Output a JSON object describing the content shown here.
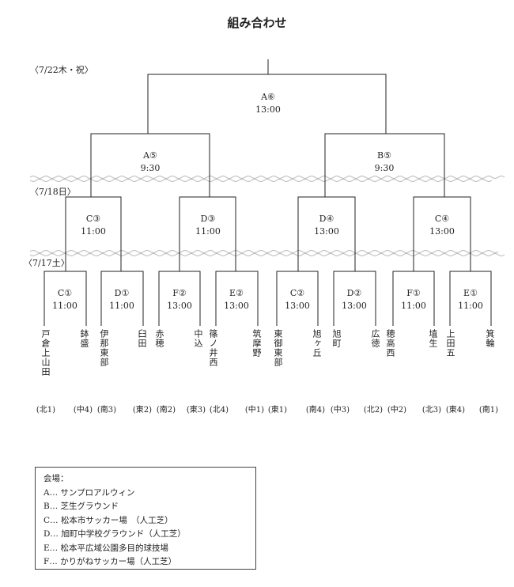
{
  "title": "組み合わせ",
  "dates": {
    "final_day": "〈7/22木・祝〉",
    "day2": "〈7/18日〉",
    "day1": "〈7/17土〉"
  },
  "matches": {
    "final": {
      "venue": "A⑥",
      "time": "13:00"
    },
    "semi_left": {
      "venue": "A⑤",
      "time": "9:30"
    },
    "semi_right": {
      "venue": "B⑤",
      "time": "9:30"
    },
    "qf1": {
      "venue": "C③",
      "time": "11:00"
    },
    "qf2": {
      "venue": "D③",
      "time": "11:00"
    },
    "qf3": {
      "venue": "D④",
      "time": "13:00"
    },
    "qf4": {
      "venue": "C④",
      "time": "13:00"
    },
    "r1_1": {
      "venue": "C①",
      "time": "11:00"
    },
    "r1_2": {
      "venue": "D①",
      "time": "11:00"
    },
    "r1_3": {
      "venue": "F②",
      "time": "13:00"
    },
    "r1_4": {
      "venue": "E②",
      "time": "13:00"
    },
    "r1_5": {
      "venue": "C②",
      "time": "13:00"
    },
    "r1_6": {
      "venue": "D②",
      "time": "13:00"
    },
    "r1_7": {
      "venue": "F①",
      "time": "11:00"
    },
    "r1_8": {
      "venue": "E①",
      "time": "11:00"
    }
  },
  "teams": [
    {
      "name": "戸倉上山田",
      "region": "(北1)"
    },
    {
      "name": "鉢盛",
      "region": "(中4)"
    },
    {
      "name": "伊那東部",
      "region": "(南3)"
    },
    {
      "name": "臼田",
      "region": "(東2)"
    },
    {
      "name": "赤穂",
      "region": "(南2)"
    },
    {
      "name": "中込",
      "region": "(東3)"
    },
    {
      "name": "篠ノ井西",
      "region": "(北4)"
    },
    {
      "name": "筑摩野",
      "region": "(中1)"
    },
    {
      "name": "東御東部",
      "region": "(東1)"
    },
    {
      "name": "旭ヶ丘",
      "region": "(南4)"
    },
    {
      "name": "旭町",
      "region": "(中3)"
    },
    {
      "name": "広徳",
      "region": "(北2)"
    },
    {
      "name": "穂高西",
      "region": "(中2)"
    },
    {
      "name": "埴生",
      "region": "(北3)"
    },
    {
      "name": "上田五",
      "region": "(東4)"
    },
    {
      "name": "箕輪",
      "region": "(南1)"
    }
  ],
  "venues": {
    "heading": "会場：",
    "items": [
      "A… サンプロアルウィン",
      "B… 芝生グラウンド",
      "C… 松本市サッカー場　（人工芝）",
      "D… 旭町中学校グラウンド（人工芝）",
      "E… 松本平広域公園多目的球技場",
      "F… かりがねサッカー場（人工芝）"
    ]
  }
}
